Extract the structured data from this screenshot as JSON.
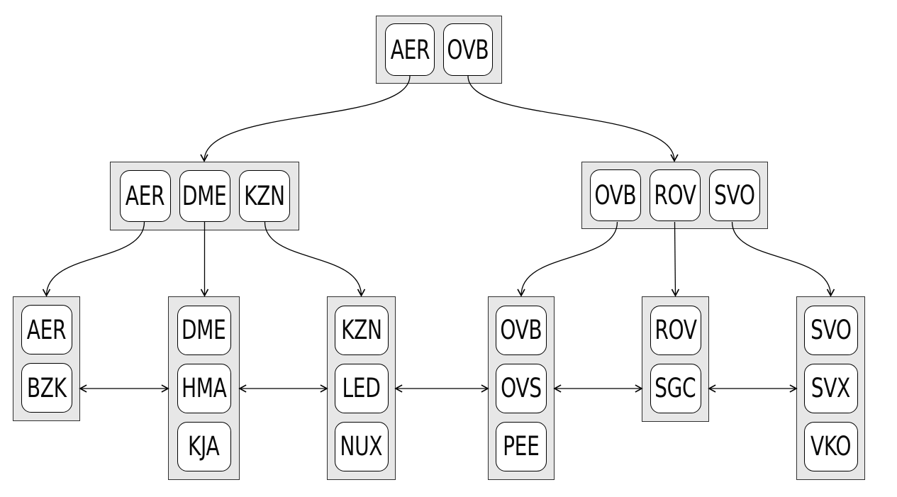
{
  "diagram": {
    "type": "b-plus-tree",
    "nodes": {
      "root": {
        "level": "root",
        "keys": [
          "AER",
          "OVB"
        ]
      },
      "internal_left": {
        "level": "internal",
        "keys": [
          "AER",
          "DME",
          "KZN"
        ]
      },
      "internal_right": {
        "level": "internal",
        "keys": [
          "OVB",
          "ROV",
          "SVO"
        ]
      },
      "leaf_1": {
        "level": "leaf",
        "keys": [
          "AER",
          "BZK"
        ]
      },
      "leaf_2": {
        "level": "leaf",
        "keys": [
          "DME",
          "HMA",
          "KJA"
        ]
      },
      "leaf_3": {
        "level": "leaf",
        "keys": [
          "KZN",
          "LED",
          "NUX"
        ]
      },
      "leaf_4": {
        "level": "leaf",
        "keys": [
          "OVB",
          "OVS",
          "PEE"
        ]
      },
      "leaf_5": {
        "level": "leaf",
        "keys": [
          "ROV",
          "SGC"
        ]
      },
      "leaf_6": {
        "level": "leaf",
        "keys": [
          "SVO",
          "SVX",
          "VKO"
        ]
      }
    },
    "edges": {
      "parent_child": [
        {
          "from": "root/AER",
          "to": "internal_left"
        },
        {
          "from": "root/OVB",
          "to": "internal_right"
        },
        {
          "from": "internal_left/AER",
          "to": "leaf_1"
        },
        {
          "from": "internal_left/DME",
          "to": "leaf_2"
        },
        {
          "from": "internal_left/KZN",
          "to": "leaf_3"
        },
        {
          "from": "internal_right/OVB",
          "to": "leaf_4"
        },
        {
          "from": "internal_right/ROV",
          "to": "leaf_5"
        },
        {
          "from": "internal_right/SVO",
          "to": "leaf_6"
        }
      ],
      "sibling_links": [
        {
          "between": [
            "leaf_1",
            "leaf_2"
          ],
          "bidirectional": true
        },
        {
          "between": [
            "leaf_2",
            "leaf_3"
          ],
          "bidirectional": true
        },
        {
          "between": [
            "leaf_3",
            "leaf_4"
          ],
          "bidirectional": true
        },
        {
          "between": [
            "leaf_4",
            "leaf_5"
          ],
          "bidirectional": true
        },
        {
          "between": [
            "leaf_5",
            "leaf_6"
          ],
          "bidirectional": true
        }
      ]
    },
    "colors": {
      "container_fill": "#e7e7e7",
      "container_border": "#2f2f2f",
      "key_fill": "#ffffff",
      "key_border": "#000000",
      "edge": "#000000",
      "background": "#ffffff"
    }
  }
}
